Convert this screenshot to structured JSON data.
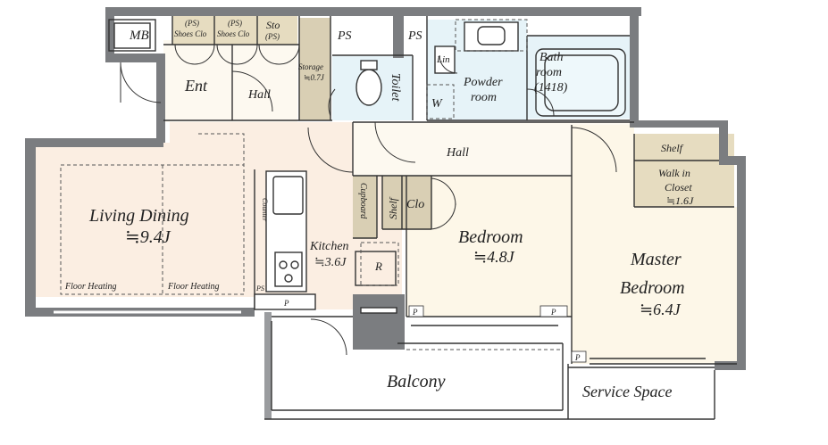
{
  "rooms": {
    "mb": "MB",
    "ps_shoes_1_a": "(PS)",
    "ps_shoes_1_b": "Shoes Clo",
    "ps_shoes_2_a": "(PS)",
    "ps_shoes_2_b": "Shoes Clo",
    "sto_a": "Sto",
    "sto_b": "(PS)",
    "storage_a": "Storage",
    "storage_b": "≒0.7J",
    "ps_top_1": "PS",
    "ps_top_2": "PS",
    "lin": "Lin",
    "powder_a": "Powder",
    "powder_b": "room",
    "w": "W",
    "bath_a": "Bath",
    "bath_b": "room",
    "bath_c": "(1418)",
    "toilet": "Toilet",
    "ent": "Ent",
    "hall_upper": "Hall",
    "hall_center": "Hall",
    "shelf_wic": "Shelf",
    "wic_a": "Walk in",
    "wic_b": "Closet",
    "wic_c": "≒1.6J",
    "living_a": "Living Dining",
    "living_b": "≒9.4J",
    "floor_heating_1": "Floor Heating",
    "floor_heating_2": "Floor Heating",
    "counter": "Counter",
    "kitchen_a": "Kitchen",
    "kitchen_b": "≒3.6J",
    "cupboard": "Cupboard",
    "shelf_small": "Shelf",
    "clo": "Clo",
    "r": "R",
    "ps_small": "PS",
    "p_kitchen": "P",
    "bedroom_a": "Bedroom",
    "bedroom_b": "≒4.8J",
    "p_bed_1": "P",
    "p_bed_2": "P",
    "master_a": "Master",
    "master_b": "Bedroom",
    "master_c": "≒6.4J",
    "p_master": "P",
    "balcony": "Balcony",
    "service_space": "Service Space"
  },
  "colors": {
    "wall": "#7b7d80",
    "living_floor": "#fbeee2",
    "bedroom_floor": "#fdf7e8",
    "hall_floor": "#fdf9f0",
    "storage_fill": "#d9cfb4",
    "wet_area": "#e6f3f8",
    "line": "#333333"
  }
}
